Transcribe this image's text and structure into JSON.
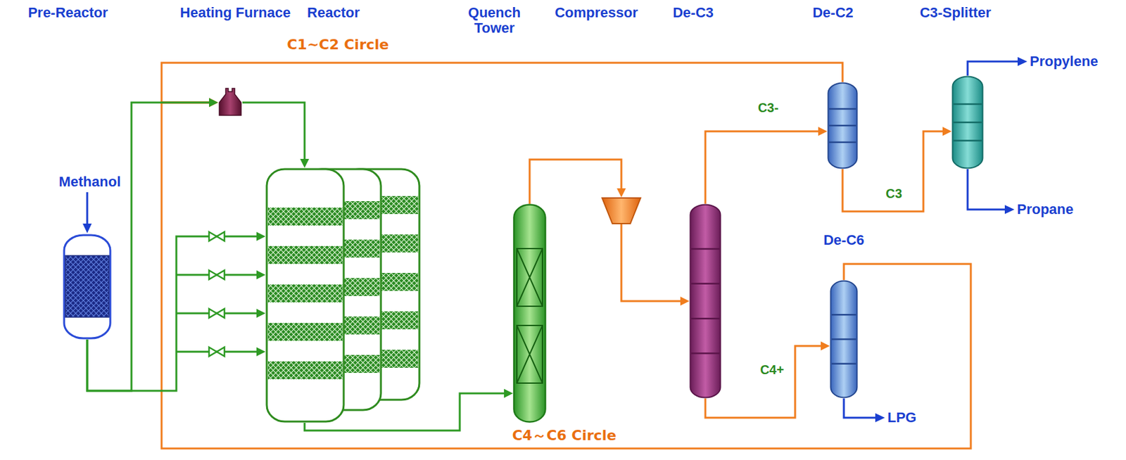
{
  "diagram": {
    "nodes": [
      {
        "text": [
          "Pre-Reactor"
        ]
      },
      {
        "text": [
          "Heating Furnace"
        ]
      },
      {
        "text": [
          "Reactor"
        ]
      },
      {
        "text": [
          "Quench Tower"
        ]
      },
      {
        "text": [
          "Compressor"
        ]
      },
      {
        "text": [
          "De-C3"
        ]
      },
      {
        "text": [
          "De-C2"
        ]
      },
      {
        "text": [
          "C3-Splitter"
        ]
      },
      {
        "text": [
          "De-C6"
        ]
      }
    ],
    "edges": [
      {
        "from": 0,
        "to": 1,
        "arrow": "to"
      },
      {
        "from": 0,
        "to": 2,
        "arrow": "to"
      },
      {
        "from": 1,
        "to": 2,
        "arrow": "to"
      },
      {
        "from": 2,
        "to": 3,
        "arrow": "to"
      },
      {
        "from": 3,
        "to": 4,
        "arrow": "to"
      },
      {
        "from": 4,
        "to": 5,
        "arrow": "to"
      },
      {
        "from": 5,
        "to": 6,
        "label": "C3-",
        "arrow": "to"
      },
      {
        "from": 6,
        "to": 7,
        "label": "C3",
        "arrow": "to"
      },
      {
        "from": 5,
        "to": 8,
        "label": "C4+",
        "arrow": "to"
      },
      {
        "from": 6,
        "to": 1,
        "label": "C1~C2 Circle",
        "arrow": "to"
      },
      {
        "from": 8,
        "to": 1,
        "label": "C4～C6 Circle",
        "arrow": "to"
      }
    ],
    "labels": [
      "Methanol",
      "Propylene",
      "Propane",
      "LPG"
    ]
  }
}
